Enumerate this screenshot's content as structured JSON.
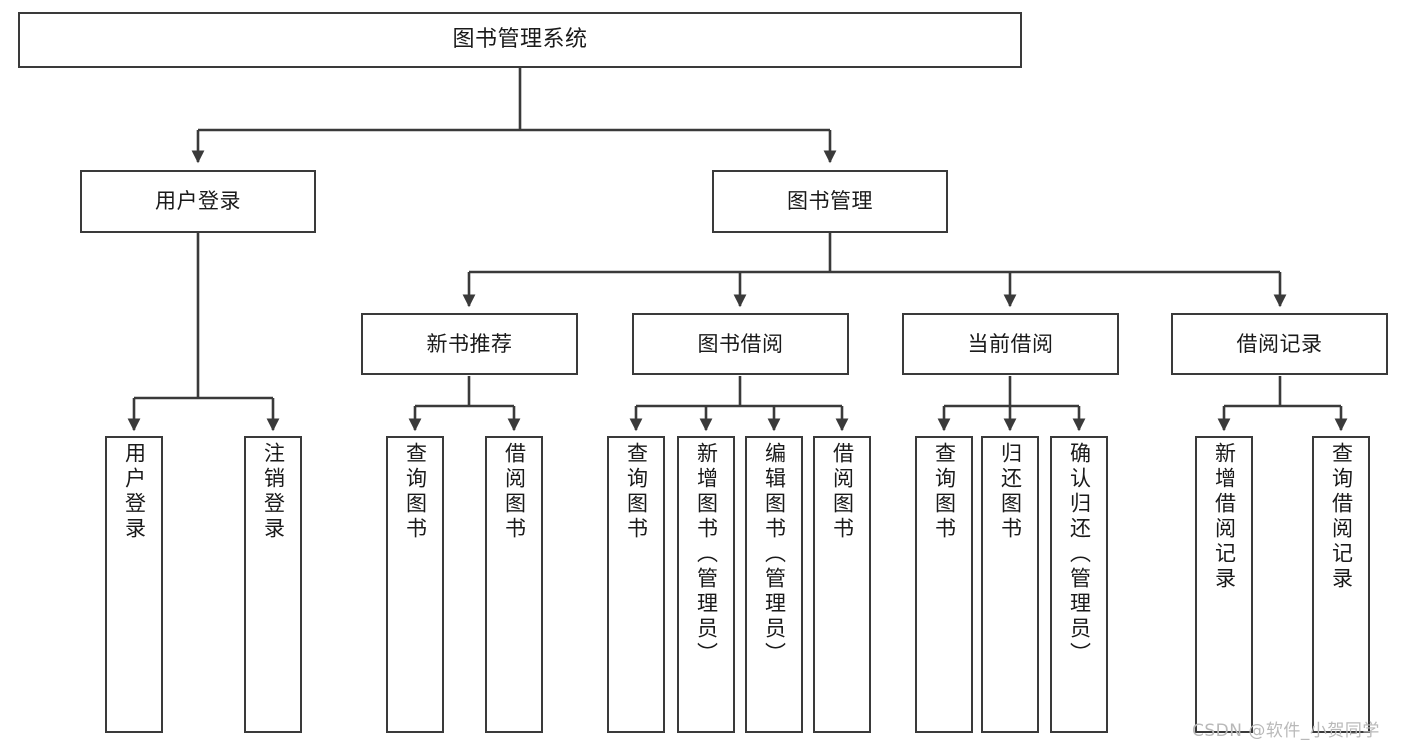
{
  "diagram": {
    "title": "图书管理系统",
    "type": "tree-hierarchy-chart",
    "watermark": "CSDN @软件_小贺同学",
    "colors": {
      "box_border": "#3a3a3a",
      "box_fill": "#ffffff",
      "edge": "#3a3a3a",
      "text": "#1a1a1a",
      "background": "#ffffff",
      "watermark": "#b9b9b9"
    },
    "levels": {
      "root": {
        "label": "图书管理系统"
      },
      "level2": [
        {
          "label": "用户登录"
        },
        {
          "label": "图书管理"
        }
      ],
      "level3": [
        {
          "label": "新书推荐"
        },
        {
          "label": "图书借阅"
        },
        {
          "label": "当前借阅"
        },
        {
          "label": "借阅记录"
        }
      ],
      "leaves": {
        "user_login": [
          {
            "label": "用户登录"
          },
          {
            "label": "注销登录"
          }
        ],
        "new_book_recommend": [
          {
            "label": "查询图书"
          },
          {
            "label": "借阅图书"
          }
        ],
        "book_borrow": [
          {
            "label": "查询图书"
          },
          {
            "label": "新增图书（管理员）"
          },
          {
            "label": "编辑图书（管理员）"
          },
          {
            "label": "借阅图书"
          }
        ],
        "current_borrow": [
          {
            "label": "查询图书"
          },
          {
            "label": "归还图书"
          },
          {
            "label": "确认归还（管理员）"
          }
        ],
        "borrow_record": [
          {
            "label": "新增借阅记录"
          },
          {
            "label": "查询借阅记录"
          }
        ]
      }
    }
  }
}
